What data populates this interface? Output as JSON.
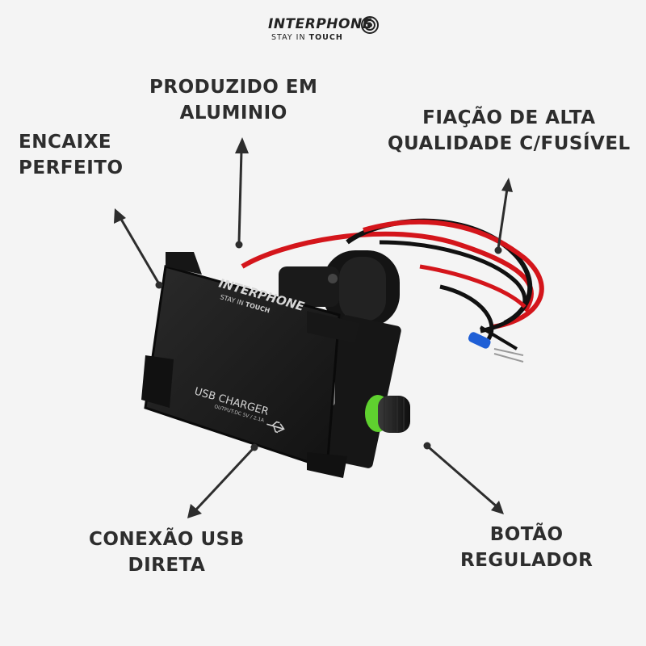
{
  "logo": {
    "brand": "INTERPHONE",
    "tagline_light": "STAY IN ",
    "tagline_bold": "TOUCH"
  },
  "callouts": {
    "top": {
      "lines": [
        "PRODUZIDO EM",
        "ALUMINIO"
      ]
    },
    "top_right": {
      "lines": [
        "FIAÇÃO DE ALTA",
        "QUALIDADE C/FUSÍVEL"
      ]
    },
    "left": {
      "lines": [
        "ENCAIXE",
        "PERFEITO"
      ]
    },
    "bottom_left": {
      "lines": [
        "CONEXÃO USB",
        "DIRETA"
      ]
    },
    "bottom_right": {
      "lines": [
        "BOTÃO",
        "REGULADOR"
      ]
    }
  },
  "device": {
    "brand": "INTERPHONE",
    "tagline_light": "STAY IN ",
    "tagline_bold": "TOUCH",
    "usb_label": "USB CHARGER",
    "output_label": "OUTPUT:DC 5V / 2.1A"
  },
  "colors": {
    "background": "#f4f4f4",
    "text": "#2d2d2d",
    "device_body": "#1b1b1b",
    "wire_red": "#d4151b",
    "wire_black": "#111111",
    "knob_ring": "#5fd12f",
    "connector_blue": "#1f5fd6"
  }
}
